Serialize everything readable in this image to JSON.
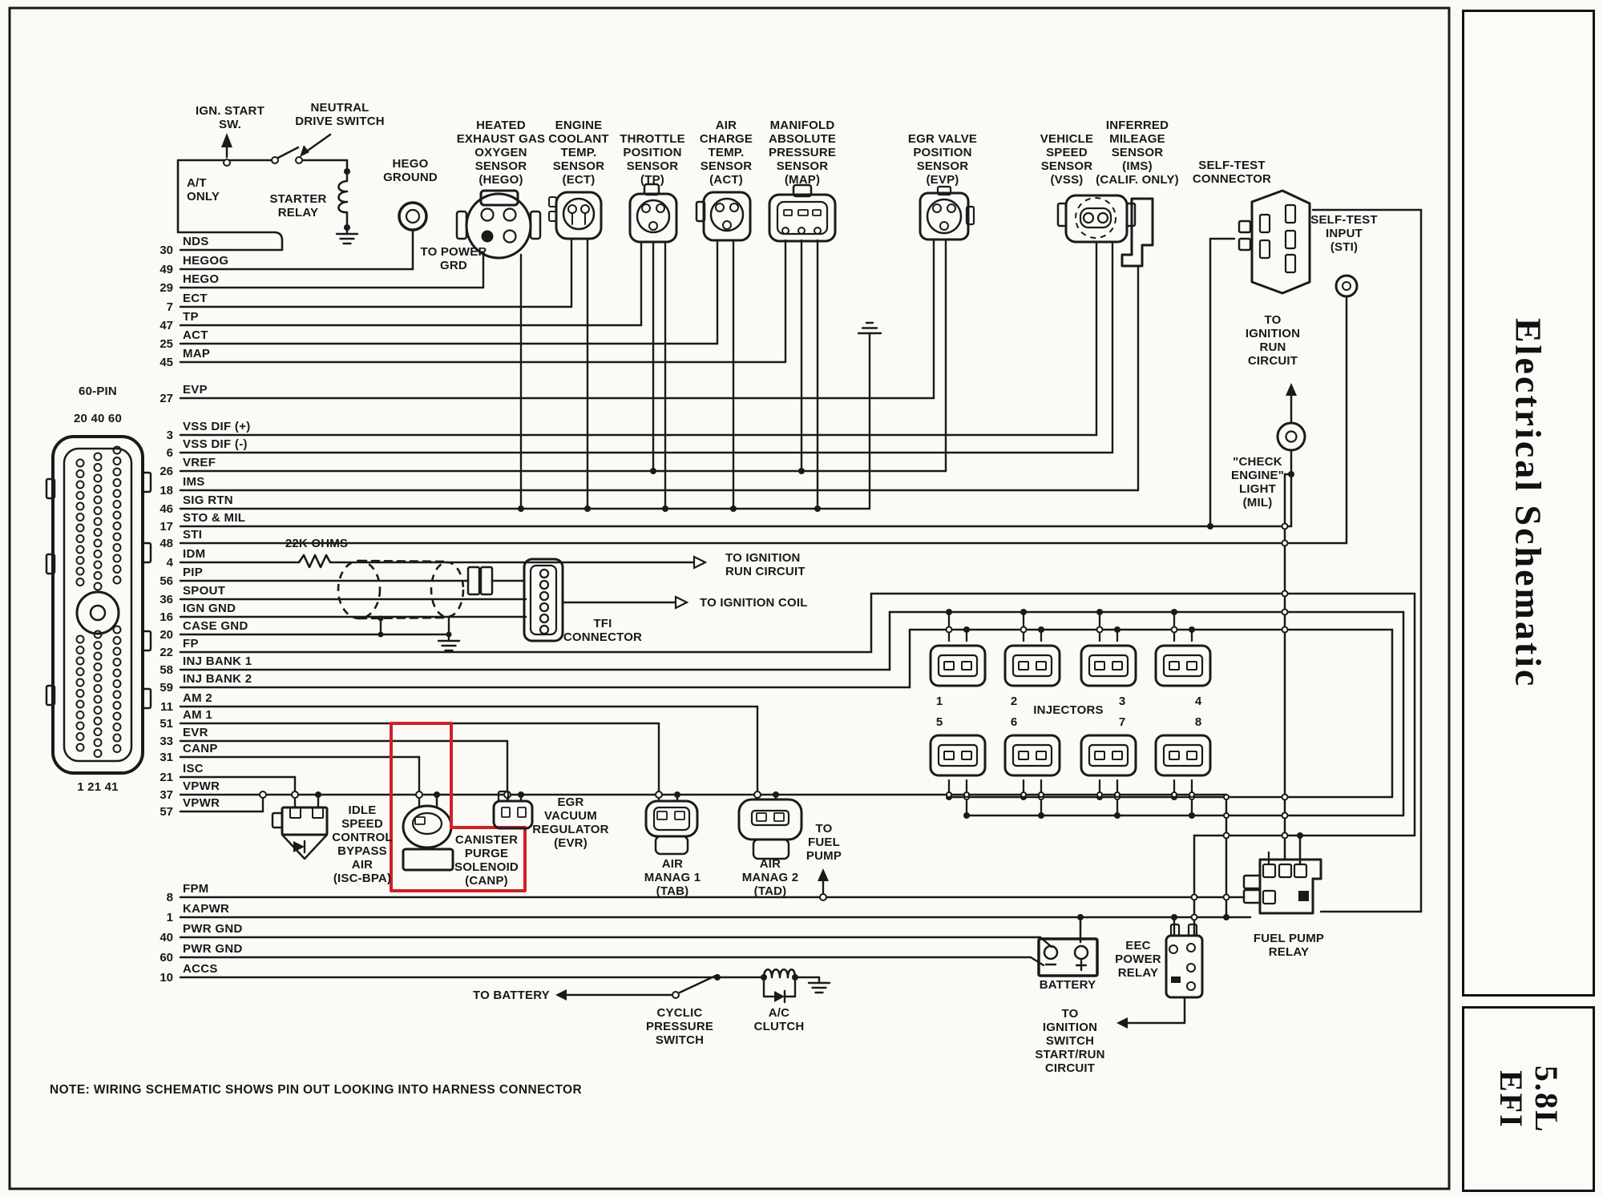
{
  "sidebar": {
    "title": "Electrical Schematic",
    "volume": "5.8L\nEFI"
  },
  "note": "NOTE: WIRING SCHEMATIC SHOWS PIN OUT LOOKING INTO HARNESS CONNECTOR",
  "connector60": {
    "name": "60-PIN",
    "top_pins": "20 40 60",
    "bottom_pins": "1 21 41"
  },
  "pins": [
    {
      "num": "30",
      "label": "NDS"
    },
    {
      "num": "49",
      "label": "HEGOG"
    },
    {
      "num": "29",
      "label": "HEGO"
    },
    {
      "num": "7",
      "label": "ECT"
    },
    {
      "num": "47",
      "label": "TP"
    },
    {
      "num": "25",
      "label": "ACT"
    },
    {
      "num": "45",
      "label": "MAP"
    },
    {
      "num": "27",
      "label": "EVP"
    },
    {
      "num": "3",
      "label": "VSS DIF (+)"
    },
    {
      "num": "6",
      "label": "VSS DIF (-)"
    },
    {
      "num": "26",
      "label": "VREF"
    },
    {
      "num": "18",
      "label": "IMS"
    },
    {
      "num": "46",
      "label": "SIG RTN"
    },
    {
      "num": "17",
      "label": "STO & MIL"
    },
    {
      "num": "48",
      "label": "STI"
    },
    {
      "num": "4",
      "label": "IDM"
    },
    {
      "num": "56",
      "label": "PIP"
    },
    {
      "num": "36",
      "label": "SPOUT"
    },
    {
      "num": "16",
      "label": "IGN GND"
    },
    {
      "num": "20",
      "label": "CASE GND"
    },
    {
      "num": "22",
      "label": "FP"
    },
    {
      "num": "58",
      "label": "INJ BANK 1"
    },
    {
      "num": "59",
      "label": "INJ BANK 2"
    },
    {
      "num": "11",
      "label": "AM 2"
    },
    {
      "num": "51",
      "label": "AM 1"
    },
    {
      "num": "33",
      "label": "EVR"
    },
    {
      "num": "31",
      "label": "CANP"
    },
    {
      "num": "21",
      "label": "ISC"
    },
    {
      "num": "37",
      "label": "VPWR"
    },
    {
      "num": "57",
      "label": "VPWR"
    },
    {
      "num": "8",
      "label": "FPM"
    },
    {
      "num": "1",
      "label": "KAPWR"
    },
    {
      "num": "40",
      "label": "PWR GND"
    },
    {
      "num": "60",
      "label": "PWR GND"
    },
    {
      "num": "10",
      "label": "ACCS"
    }
  ],
  "sensors": [
    {
      "id": "hego",
      "label": "HEATED\nEXHAUST GAS\nOXYGEN\nSENSOR\n(HEGO)"
    },
    {
      "id": "ect",
      "label": "ENGINE\nCOOLANT\nTEMP.\nSENSOR\n(ECT)"
    },
    {
      "id": "tp",
      "label": "THROTTLE\nPOSITION\nSENSOR\n(TP)"
    },
    {
      "id": "act",
      "label": "AIR\nCHARGE\nTEMP.\nSENSOR\n(ACT)"
    },
    {
      "id": "map",
      "label": "MANIFOLD\nABSOLUTE\nPRESSURE\nSENSOR\n(MAP)"
    },
    {
      "id": "evp",
      "label": "EGR VALVE\nPOSITION\nSENSOR\n(EVP)"
    },
    {
      "id": "vss",
      "label": "VEHICLE\nSPEED\nSENSOR\n(VSS)"
    },
    {
      "id": "ims",
      "label": "INFERRED\nMILEAGE\nSENSOR\n(IMS)\n(CALIF. ONLY)"
    },
    {
      "id": "self_test",
      "label": "SELF-TEST\nCONNECTOR"
    }
  ],
  "top_left": {
    "ign_start_sw": "IGN. START\nSW.",
    "neutral_drive_switch": "NEUTRAL\nDRIVE SWITCH",
    "at_only": "A/T\nONLY",
    "starter_relay": "STARTER\nRELAY",
    "hego_ground": "HEGO\nGROUND",
    "to_power_grd": "TO POWER\nGRD"
  },
  "mid": {
    "resistor": "22K OHMS",
    "tfi": "TFI\nCONNECTOR",
    "to_ignition_run": "TO IGNITION\nRUN CIRCUIT",
    "to_ignition_coil": "TO IGNITION COIL"
  },
  "injectors": {
    "label": "INJECTORS",
    "numbers": [
      "1",
      "2",
      "3",
      "4",
      "5",
      "6",
      "7",
      "8"
    ]
  },
  "solenoids": {
    "isc": "IDLE\nSPEED\nCONTROL\nBYPASS\nAIR\n(ISC-BPA)",
    "canp": "CANISTER\nPURGE\nSOLENOID\n(CANP)",
    "evr": "EGR\nVACUUM\nREGULATOR\n(EVR)",
    "tab": "AIR\nMANAG 1\n(TAB)",
    "tad": "AIR\nMANAG 2\n(TAD)",
    "to_fuel_pump": "TO\nFUEL\nPUMP"
  },
  "right": {
    "self_test_input": "SELF-TEST\nINPUT\n(STI)",
    "to_ignition_run": "TO\nIGNITION\nRUN\nCIRCUIT",
    "check_engine": "\"CHECK\nENGINE\"\nLIGHT\n(MIL)"
  },
  "bottom": {
    "to_battery": "TO BATTERY",
    "cyclic": "CYCLIC\nPRESSURE\nSWITCH",
    "ac_clutch": "A/C\nCLUTCH",
    "battery": "BATTERY",
    "eec": "EEC\nPOWER\nRELAY",
    "fuel_pump_relay": "FUEL PUMP\nRELAY",
    "to_ign_switch": "TO\nIGNITION\nSWITCH\nSTART/RUN\nCIRCUIT"
  },
  "highlight_color": "#cf2128"
}
